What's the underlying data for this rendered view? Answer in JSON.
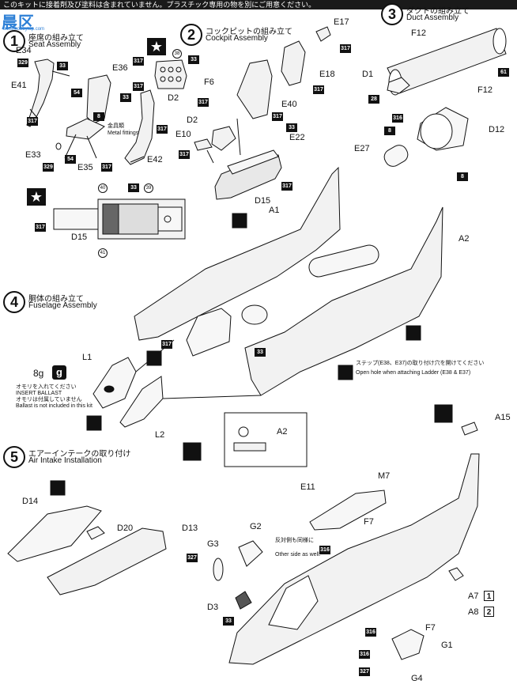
{
  "header": {
    "notice": "このキットに接着剤及び塗料は含まれていません。プラスチック専用の物を別にご用意ください。"
  },
  "watermark": {
    "main": "晨区",
    "sub": "www.hobbytop.com"
  },
  "steps": [
    {
      "num": "1",
      "jp": "座席の組み立て",
      "en": "Seat Assembly"
    },
    {
      "num": "2",
      "jp": "コックピットの組み立て",
      "en": "Cockpit Assembly"
    },
    {
      "num": "3",
      "jp": "ダクトの組み立て",
      "en": "Duct Assembly"
    },
    {
      "num": "4",
      "jp": "胴体の組み立て",
      "en": "Fuselage Assembly"
    },
    {
      "num": "5",
      "jp": "エアーインテークの取り付け",
      "en": "Air Intake Installation"
    }
  ],
  "parts": {
    "e34": "E34",
    "e41": "E41",
    "e33": "E33",
    "e35": "E35",
    "e36": "E36",
    "e42": "E42",
    "d2a": "D2",
    "d2b": "D2",
    "d15a": "D15",
    "d15b": "D15",
    "f6": "F6",
    "e10": "E10",
    "e17": "E17",
    "e18": "E18",
    "e40": "E40",
    "e22": "E22",
    "f12a": "F12",
    "f12b": "F12",
    "d1": "D1",
    "d12": "D12",
    "e27": "E27",
    "a1": "A1",
    "a2a": "A2",
    "a2b": "A2",
    "l1": "L1",
    "l2": "L2",
    "d14": "D14",
    "d20": "D20",
    "d13": "D13",
    "e11": "E11",
    "m7": "M7",
    "f7a": "F7",
    "f7b": "F7",
    "g2": "G2",
    "g3": "G3",
    "d3": "D3",
    "a15": "A15",
    "a7": "A7",
    "a8": "A8",
    "g1": "G1",
    "g4": "G4"
  },
  "metal_fittings": {
    "num": "8",
    "jp": "金具類",
    "en": "Metal fittings"
  },
  "ballast": {
    "weight": "8g",
    "icon": "g",
    "jp": "オモリを入れてください",
    "en": "INSERT BALLAST",
    "jp2": "オモリは付属していません",
    "en2": "Ballast is not included in this kit"
  },
  "ladder_note": {
    "jp": "ステップ(E38、E37)の取り付け穴を開けてください",
    "en": "Open hole when attaching Ladder (E38 & E37)"
  },
  "other_side_note": {
    "jp": "反対側も同様に",
    "en": "Other side as well."
  },
  "variant_markers": {
    "a7": "1",
    "a8": "2"
  },
  "color_codes": {
    "c329a": "329",
    "c33a": "33",
    "c317a": "317",
    "c54a": "54",
    "c33b": "33",
    "c8a": "8",
    "c317b": "317",
    "c54b": "54",
    "c317c": "317",
    "c317d": "317",
    "c329b": "329",
    "c317e": "317",
    "c33c": "33",
    "c38": "38",
    "c317f": "317",
    "c317g": "317",
    "c317h": "317",
    "c317i": "317",
    "c33d": "33",
    "c317j": "317",
    "c317k": "317",
    "c33e": "33",
    "c40": "40",
    "c33f": "33",
    "c39": "39",
    "c317l": "317",
    "c41": "41",
    "c61": "61",
    "c28": "28",
    "c316a": "316",
    "c8b": "8",
    "c8c": "8",
    "c317m": "317",
    "c327a": "327",
    "c316b": "316",
    "c33g": "33",
    "c316c": "316",
    "c316d": "316",
    "c327b": "327"
  }
}
